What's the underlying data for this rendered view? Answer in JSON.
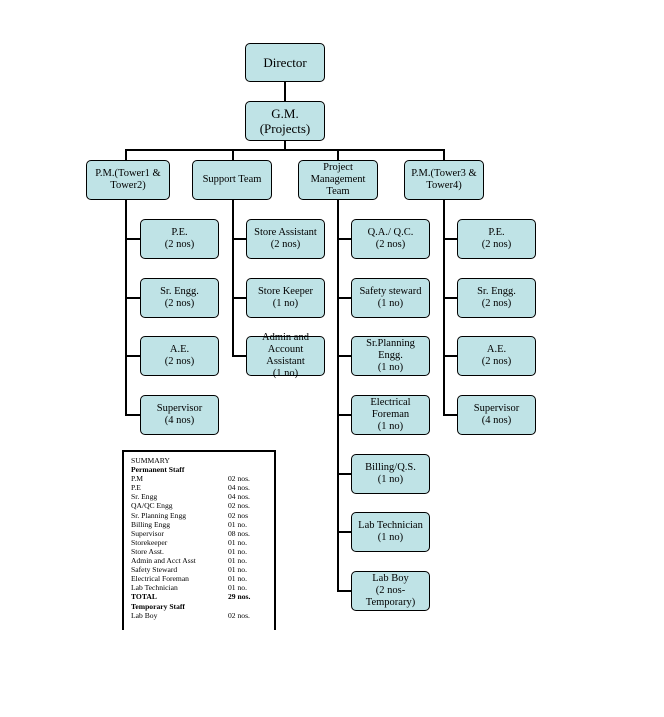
{
  "top": {
    "director": "Director",
    "gm": "G.M.(Projects)"
  },
  "heads": [
    "P.M.(Tower1 &\nTower2)",
    "Support Team",
    "Project\nManagement\nTeam",
    "P.M.(Tower3 &\nTower4)"
  ],
  "col1": [
    "P.E.\n(2 nos)",
    "Sr. Engg.\n(2 nos)",
    "A.E.\n(2 nos)",
    "Supervisor\n(4 nos)"
  ],
  "col2": [
    "Store Assistant\n(2 nos)",
    "Store Keeper\n(1 no)",
    "Admin and\nAccount Assistant\n(1 no)"
  ],
  "col3": [
    "Q.A./ Q.C.\n(2 nos)",
    "Safety steward\n(1 no)",
    "Sr.Planning Engg.\n(1 no)",
    "Electrical\nForeman\n(1 no)",
    "Billing/Q.S.\n(1 no)",
    "Lab Technician\n(1 no)",
    "Lab Boy\n(2 nos-\nTemporary)"
  ],
  "col4": [
    "P.E.\n(2 nos)",
    "Sr. Engg.\n(2 nos)",
    "A.E.\n(2 nos)",
    "Supervisor\n(4 nos)"
  ],
  "summary": {
    "title": "SUMMARY",
    "permanent_heading": "Permanent Staff",
    "rows": [
      {
        "label": "P.M",
        "value": "02 nos."
      },
      {
        "label": "P.E",
        "value": "04 nos."
      },
      {
        "label": "Sr. Engg",
        "value": "04 nos."
      },
      {
        "label": "QA/QC Engg",
        "value": "02 nos."
      },
      {
        "label": "Sr. Planning Engg",
        "value": "02 nos"
      },
      {
        "label": "Billing Engg",
        "value": "01 no."
      },
      {
        "label": "Supervisor",
        "value": "08 nos."
      },
      {
        "label": "Storekeeper",
        "value": "01 no."
      },
      {
        "label": "Store Asst.",
        "value": "01 no."
      },
      {
        "label": "Admin and Acct Asst",
        "value": "01 no."
      },
      {
        "label": "Safety Steward",
        "value": "01 no."
      },
      {
        "label": "Electrical Foreman",
        "value": "01 no."
      },
      {
        "label": "Lab Technician",
        "value": "01 no."
      }
    ],
    "total_label": "TOTAL",
    "total_value": "29 nos.",
    "temporary_heading": "Temporary Staff",
    "temporary_rows": [
      {
        "label": "Lab Boy",
        "value": "02 nos."
      }
    ]
  }
}
